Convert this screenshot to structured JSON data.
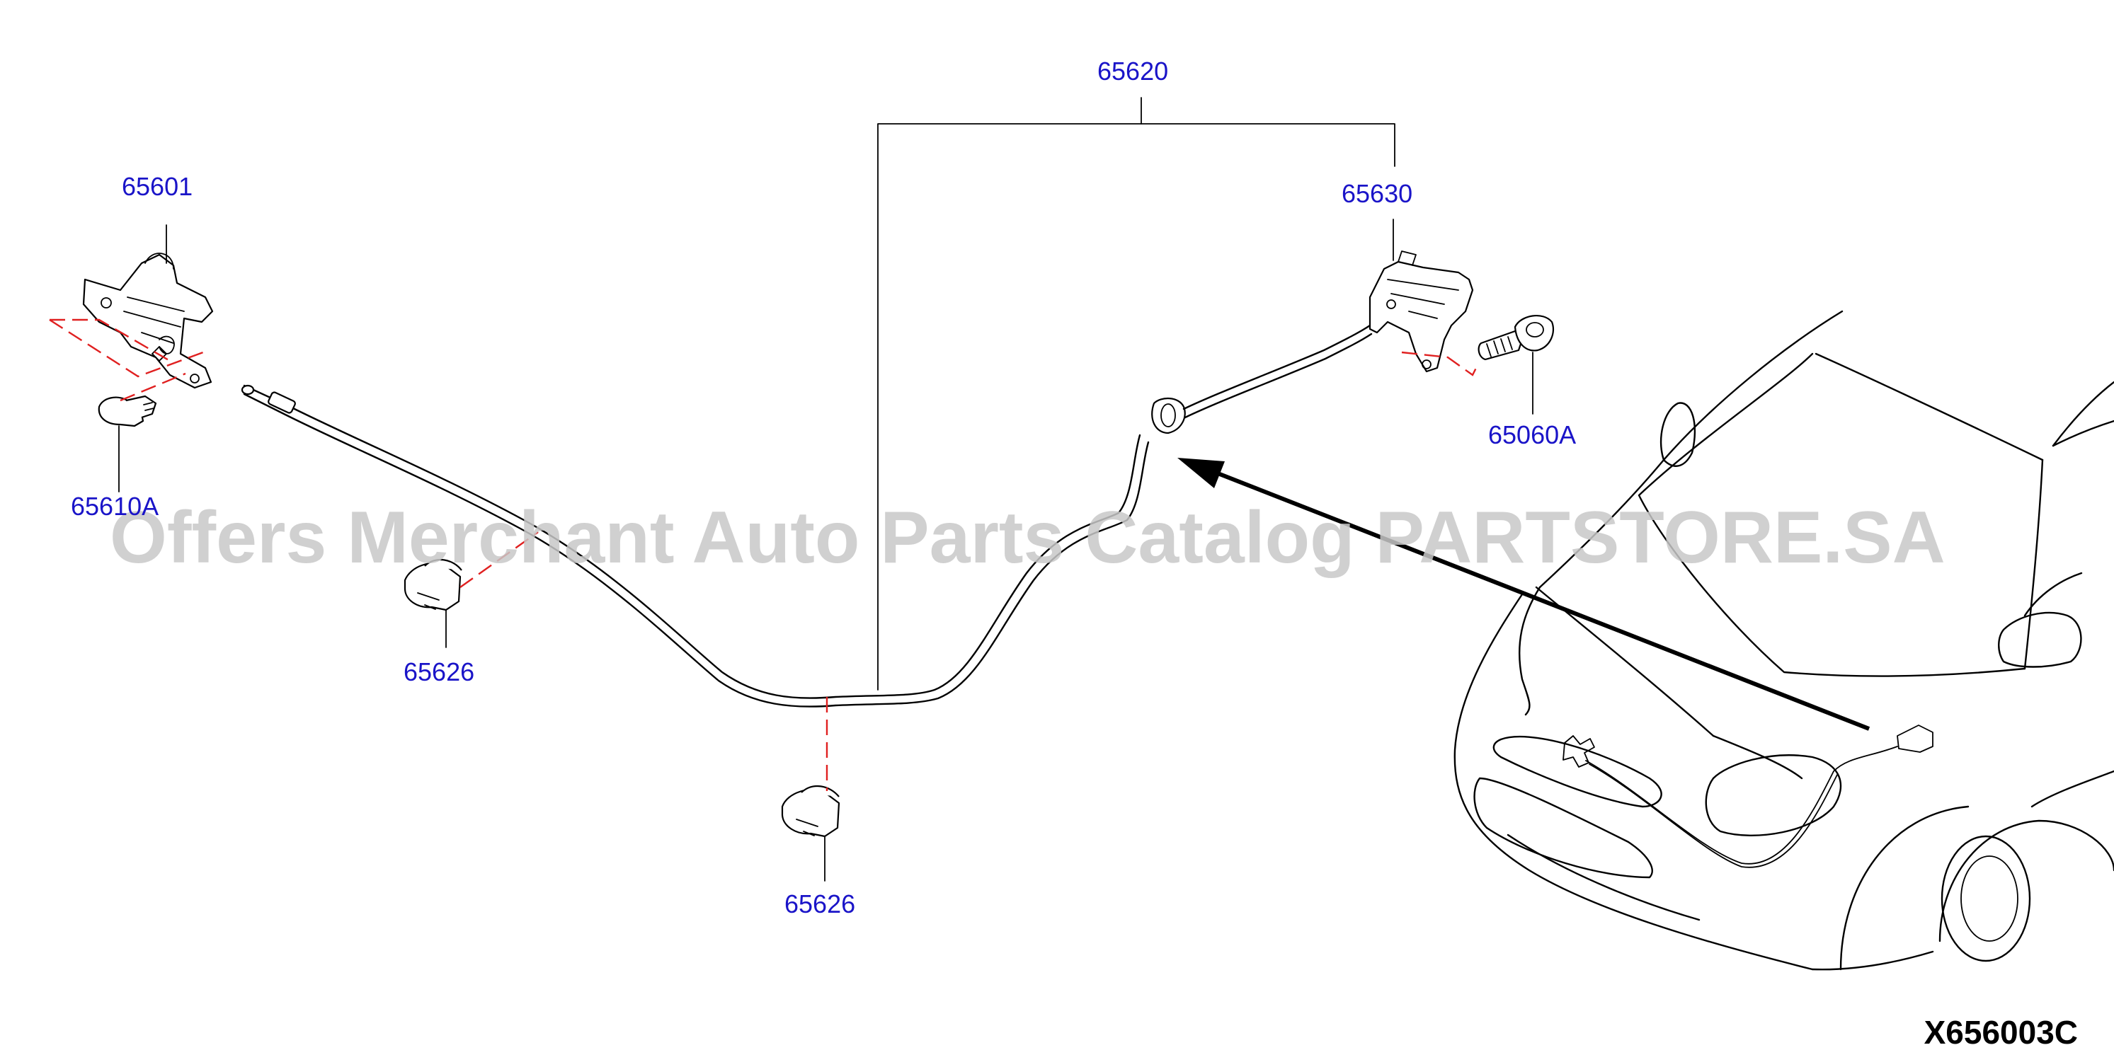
{
  "parts": [
    {
      "key": "hood_lock",
      "number": "65601"
    },
    {
      "key": "bolt",
      "number": "65610A"
    },
    {
      "key": "cable_assembly",
      "number": "65620"
    },
    {
      "key": "clip_upper",
      "number": "65626"
    },
    {
      "key": "clip_lower",
      "number": "65626"
    },
    {
      "key": "release_handle",
      "number": "65630"
    },
    {
      "key": "handle_bolt",
      "number": "65060A"
    }
  ],
  "diagram_id": "X656003C",
  "watermark": "Offers Merchant Auto Parts Catalog PARTSTORE.SA",
  "colors": {
    "label": "#1a14c8",
    "leader_dash": "#e02020",
    "line": "#000000",
    "watermark": "#c8c8c8"
  }
}
